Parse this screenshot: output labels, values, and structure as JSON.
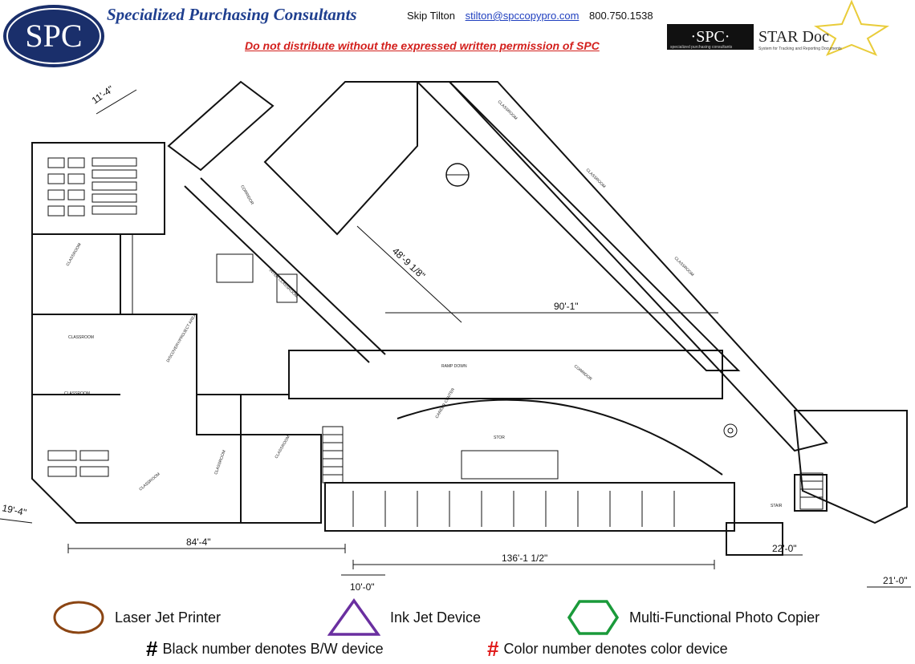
{
  "header": {
    "logo_text": "SPC",
    "company_name": "Specialized Purchasing Consultants",
    "contact_name": "Skip Tilton",
    "contact_email": "stilton@spccopypro.com",
    "contact_phone": "800.750.1538",
    "warning": "Do not distribute without the expressed written permission of SPC",
    "stardoc": {
      "spc_text": "·SPC·",
      "product": "STAR Doc",
      "spc_tagline": "specialized purchasing consultants",
      "product_tagline": "System for Tracking and Reporting Documents"
    }
  },
  "floor_plan": {
    "dimensions": [
      "11'-4\"",
      "48'-9 1/8\"",
      "90'-1\"",
      "19'-4\"",
      "84'-4\"",
      "136'-1 1/2\"",
      "10'-0\"",
      "22'-0\"",
      "21'-0\""
    ],
    "rooms": [
      "CLASSROOM",
      "CLASSROOM",
      "CLASSROOM",
      "CLASSROOM",
      "CLASSROOM",
      "CLASSROOM",
      "CLASSROOM",
      "CLASSROOM",
      "CLASSROOM",
      "DISCOVERY/PROJECT AREA",
      "INTER CLASSROOM",
      "CAREER CENTER",
      "CORRIDOR",
      "CORRIDOR",
      "RAMP DOWN",
      "STOR",
      "STAIR"
    ]
  },
  "legend": {
    "laser": {
      "label": "Laser Jet Printer",
      "color": "#8b4513"
    },
    "inkjet": {
      "label": "Ink Jet Device",
      "color": "#6a2fa0"
    },
    "mfp": {
      "label": "Multi-Functional Photo Copier",
      "color": "#1a9a3a"
    },
    "bw_note": {
      "symbol": "#",
      "label": "Black number denotes B/W device",
      "color": "#000000"
    },
    "color_note": {
      "symbol": "#",
      "label": "Color number denotes color device",
      "color": "#e01818"
    }
  }
}
